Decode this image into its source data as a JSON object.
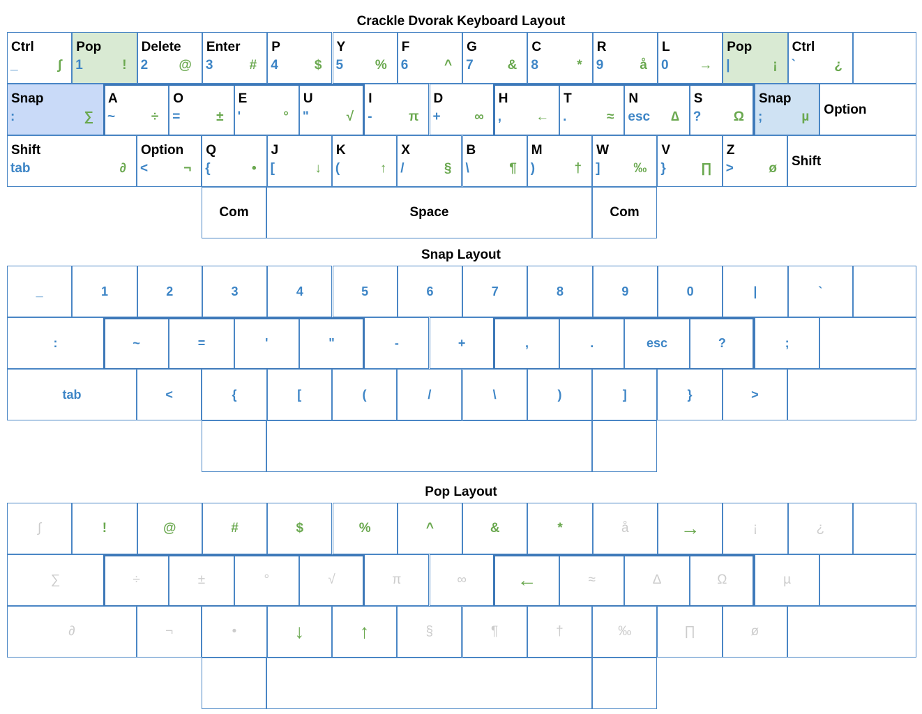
{
  "titles": {
    "main": "Crackle Dvorak Keyboard Layout",
    "snap": "Snap Layout",
    "pop": "Pop Layout"
  },
  "colors": {
    "grid": "#4a86c5",
    "snap": "#3d85c6",
    "pop": "#6aa84f",
    "faint": "#cccccc",
    "pop_bg": "#d9ead3",
    "snap_bg": "#c9daf8"
  },
  "main_layout": {
    "row1": [
      {
        "label": "Ctrl",
        "snap": "_",
        "pop": "∫",
        "faint_pop": false
      },
      {
        "label": "Pop",
        "snap": "1",
        "pop": "!",
        "hl": "green"
      },
      {
        "label": "Delete",
        "snap": "2",
        "pop": "@"
      },
      {
        "label": "Enter",
        "snap": "3",
        "pop": "#"
      },
      {
        "label": "P",
        "snap": "4",
        "pop": "$"
      },
      {
        "label": "Y",
        "snap": "5",
        "pop": "%"
      },
      {
        "label": "F",
        "snap": "6",
        "pop": "^"
      },
      {
        "label": "G",
        "snap": "7",
        "pop": "&"
      },
      {
        "label": "C",
        "snap": "8",
        "pop": "*"
      },
      {
        "label": "R",
        "snap": "9",
        "pop": "å"
      },
      {
        "label": "L",
        "snap": "0",
        "pop": "→"
      },
      {
        "label": "Pop",
        "snap": "|",
        "pop": "¡",
        "hl": "green"
      },
      {
        "label": "Ctrl",
        "snap": "`",
        "pop": "¿"
      },
      {
        "label": "",
        "snap": "",
        "pop": ""
      }
    ],
    "row2": [
      {
        "label": "Snap",
        "snap": ":",
        "pop": "∑",
        "hl": "blue"
      },
      {
        "label": "A",
        "snap": "~",
        "pop": "÷"
      },
      {
        "label": "O",
        "snap": "=",
        "pop": "±"
      },
      {
        "label": "E",
        "snap": "'",
        "pop": "°"
      },
      {
        "label": "U",
        "snap": "\"",
        "pop": "√"
      },
      {
        "label": "I",
        "snap": "-",
        "pop": "π"
      },
      {
        "label": "D",
        "snap": "+",
        "pop": "∞"
      },
      {
        "label": "H",
        "snap": ",",
        "pop": "←"
      },
      {
        "label": "T",
        "snap": ".",
        "pop": "≈"
      },
      {
        "label": "N",
        "snap": "esc",
        "pop": "∆"
      },
      {
        "label": "S",
        "snap": "?",
        "pop": "Ω"
      },
      {
        "label": "Snap",
        "snap": ";",
        "pop": "µ",
        "hl": "lblue"
      },
      {
        "label": "Option",
        "snap": "",
        "pop": ""
      }
    ],
    "row3": [
      {
        "label": "Shift",
        "snap": "tab",
        "pop": "∂"
      },
      {
        "label": "Option",
        "snap": "<",
        "pop": "¬"
      },
      {
        "label": "Q",
        "snap": "{",
        "pop": "•"
      },
      {
        "label": "J",
        "snap": "[",
        "pop": "↓"
      },
      {
        "label": "K",
        "snap": "(",
        "pop": "↑"
      },
      {
        "label": "X",
        "snap": "/",
        "pop": "§"
      },
      {
        "label": "B",
        "snap": "\\",
        "pop": "¶"
      },
      {
        "label": "M",
        "snap": ")",
        "pop": "†"
      },
      {
        "label": "W",
        "snap": "]",
        "pop": "‰"
      },
      {
        "label": "V",
        "snap": "}",
        "pop": "∏"
      },
      {
        "label": "Z",
        "snap": ">",
        "pop": "ø"
      },
      {
        "label": "Shift",
        "snap": "",
        "pop": ""
      }
    ],
    "row4": [
      {
        "label": "Com"
      },
      {
        "label": "Space"
      },
      {
        "label": "Com"
      }
    ]
  },
  "snap_layout": {
    "row1": [
      "_",
      "1",
      "2",
      "3",
      "4",
      "5",
      "6",
      "7",
      "8",
      "9",
      "0",
      "|",
      "`",
      ""
    ],
    "row2": [
      ":",
      "~",
      "=",
      "'",
      "\"",
      "-",
      "+",
      ",",
      ".",
      "esc",
      "?",
      ";",
      ""
    ],
    "row3": [
      "tab",
      "<",
      "{",
      "[",
      "(",
      "/",
      "\\",
      ")",
      "]",
      "}",
      ">",
      ""
    ]
  },
  "pop_layout": {
    "row1": [
      "∫",
      "!",
      "@",
      "#",
      "$",
      "%",
      "^",
      "&",
      "*",
      "å",
      "→",
      "¡",
      "¿",
      ""
    ],
    "row2": [
      "∑",
      "÷",
      "±",
      "°",
      "√",
      "π",
      "∞",
      "←",
      "≈",
      "∆",
      "Ω",
      "µ",
      ""
    ],
    "row3": [
      "∂",
      "¬",
      "•",
      "↓",
      "↑",
      "§",
      "¶",
      "†",
      "‰",
      "∏",
      "ø",
      ""
    ]
  }
}
